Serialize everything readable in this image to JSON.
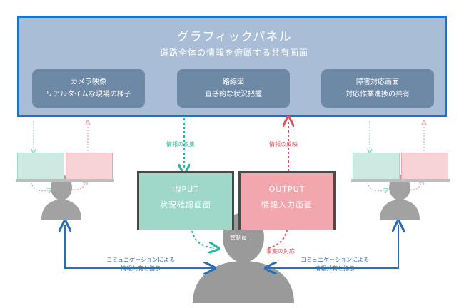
{
  "panel": {
    "title": "グラフィックパネル",
    "subtitle": "道路全体の情報を俯瞰する共有画面",
    "cards": [
      {
        "line1": "カメラ映像",
        "line2": "リアルタイムな現場の様子"
      },
      {
        "line1": "路線図",
        "line2": "直感的な状況把握"
      },
      {
        "line1": "障害対応画面",
        "line2": "対応作業進捗の共有"
      }
    ]
  },
  "flows": {
    "collect": "情報の収集",
    "reflect": "情報の反映",
    "response": "事案の対応"
  },
  "monitors": {
    "input": {
      "title": "INPUT",
      "subtitle": "状況確認画面"
    },
    "output": {
      "title": "OUTPUT",
      "subtitle": "情報入力画面"
    }
  },
  "operator_label": "管制員",
  "communication": {
    "left": {
      "line1": "コミュニケーションによる",
      "line2": "情報共有と指示"
    },
    "right": {
      "line1": "コミュニケーションによる",
      "line2": "情報共有と指示"
    }
  },
  "colors": {
    "panel_border": "#1d73c9",
    "panel_fill": "#a9bed6",
    "card_fill": "#6e89a6",
    "input_green": "#26b99a",
    "output_red": "#e0525f",
    "comm_blue": "#2a6fb3",
    "person_gray": "#9a9a9a"
  }
}
